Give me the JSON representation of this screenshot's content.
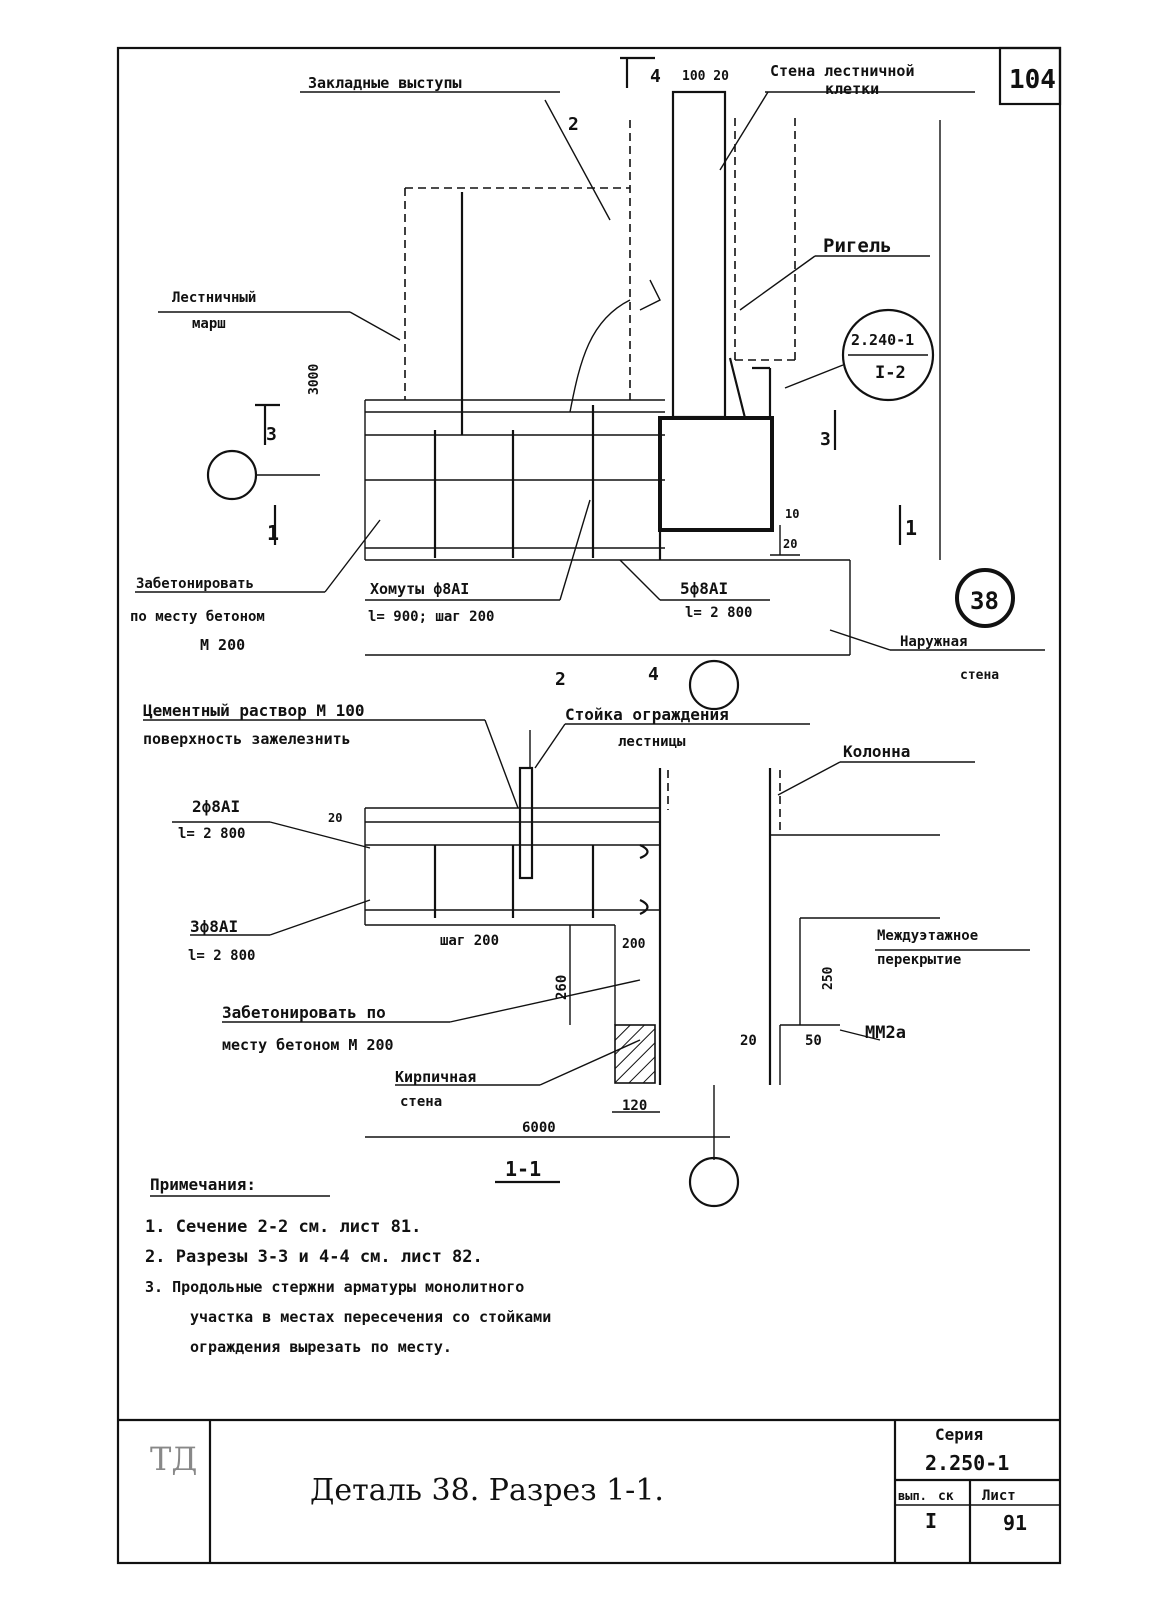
{
  "sheet_corner_number": "104",
  "top_labels": {
    "embedded_parts": "Закладные выступы",
    "stair_wall": "Стена лестничной",
    "stair_wall_2": "клетки",
    "dim_top": "100  20",
    "crossbar": "Ригель",
    "stair_flight": "Лестничный",
    "stair_flight_2": "марш",
    "ref_top": "2.240-1",
    "ref_bottom": "I-2",
    "height_mark": "3000",
    "concrete_note_1": "Забетонировать",
    "concrete_note_2": "по месту бетоном",
    "concrete_note_3": "М 200",
    "stirrups_1": "Хомуты ф8АI",
    "stirrups_2": "l= 900;  шаг 200",
    "bars_1": "5ф8АI",
    "bars_2": "l= 2 800",
    "outer_wall": "Наружная",
    "outer_wall_2": "стена",
    "detail_number": "38",
    "dim_10": "10",
    "dim_20": "20"
  },
  "section_marks": {
    "s1": "1",
    "s2": "2",
    "s3": "3",
    "s4": "4"
  },
  "section_labels": {
    "mortar_1": "Цементный раствор М 100",
    "mortar_2": "поверхность зажелезнить",
    "railing_1": "Стойка ограждения",
    "railing_2": "лестницы",
    "column": "Колонна",
    "bars_top_1": "2ф8АI",
    "bars_top_2": "l= 2 800",
    "bars_bot_1": "3ф8АI",
    "bars_bot_2": "l= 2 800",
    "step": "шаг 200",
    "dim_260": "260",
    "dim_20a": "20",
    "dim_250": "250",
    "dim_20b": "20",
    "dim_50": "50",
    "dim_120": "120",
    "dim_6000": "6000",
    "dim_200": "200",
    "floor_1": "Междуэтажное",
    "floor_2": "перекрытие",
    "mm2a": "ММ2а",
    "concrete_1": "Забетонировать по",
    "concrete_2": "месту бетоном   М 200",
    "brick_1": "Кирпичная",
    "brick_2": "стена",
    "section_title": "1-1"
  },
  "notes": {
    "heading": "Примечания:",
    "n1": "1. Сечение  2-2  см. лист 81.",
    "n2": "2. Разрезы  3-3  и  4-4   см. лист 82.",
    "n3a": "3. Продольные    стержни   арматуры    монолитного",
    "n3b": "участка   в  местах  пересечения    со стойками",
    "n3c": "ограждения    вырезать   по   месту."
  },
  "title_block": {
    "logo": "ТД",
    "title": "Деталь 38.   Разрез  1-1.",
    "series_label": "Серия",
    "series_value": "2.250-1",
    "issue_label": "вып.",
    "issue_label2": "ск",
    "issue_value": "I",
    "sheet_label": "Лист",
    "sheet_value": "91"
  }
}
